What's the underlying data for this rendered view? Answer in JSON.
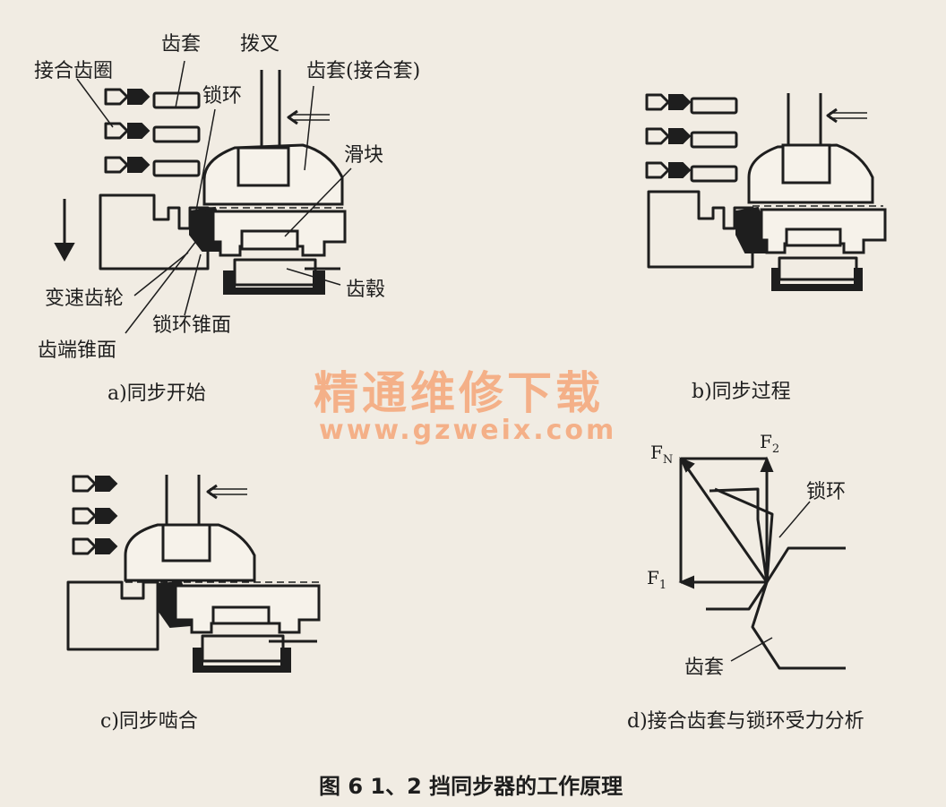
{
  "panel_a": {
    "labels": {
      "engage_ring": "接合齿圈",
      "sleeve": "齿套",
      "fork": "拨叉",
      "sleeve_engage": "齿套(接合套)",
      "lock_ring": "锁环",
      "slider": "滑块",
      "gear": "变速齿轮",
      "hub": "齿毂",
      "ring_cone": "锁环锥面",
      "tooth_cone": "齿端锥面"
    },
    "caption": "a)同步开始"
  },
  "panel_b": {
    "caption": "b)同步过程"
  },
  "panel_c": {
    "caption": "c)同步啮合"
  },
  "panel_d": {
    "caption": "d)接合齿套与锁环受力分析",
    "force_n": "F",
    "force_n_sub": "N",
    "force_1": "F",
    "force_1_sub": "1",
    "force_2": "F",
    "force_2_sub": "2",
    "lock_ring_label": "锁环",
    "sleeve_label": "齿套"
  },
  "watermark": {
    "title": "精通维修下载",
    "url": "www.gzweix.com"
  },
  "figure_caption": "图 6   1、2 挡同步器的工作原理",
  "colors": {
    "ink": "#1e1e1e",
    "paper": "#f1ece3",
    "watermark": "#f4b088"
  }
}
